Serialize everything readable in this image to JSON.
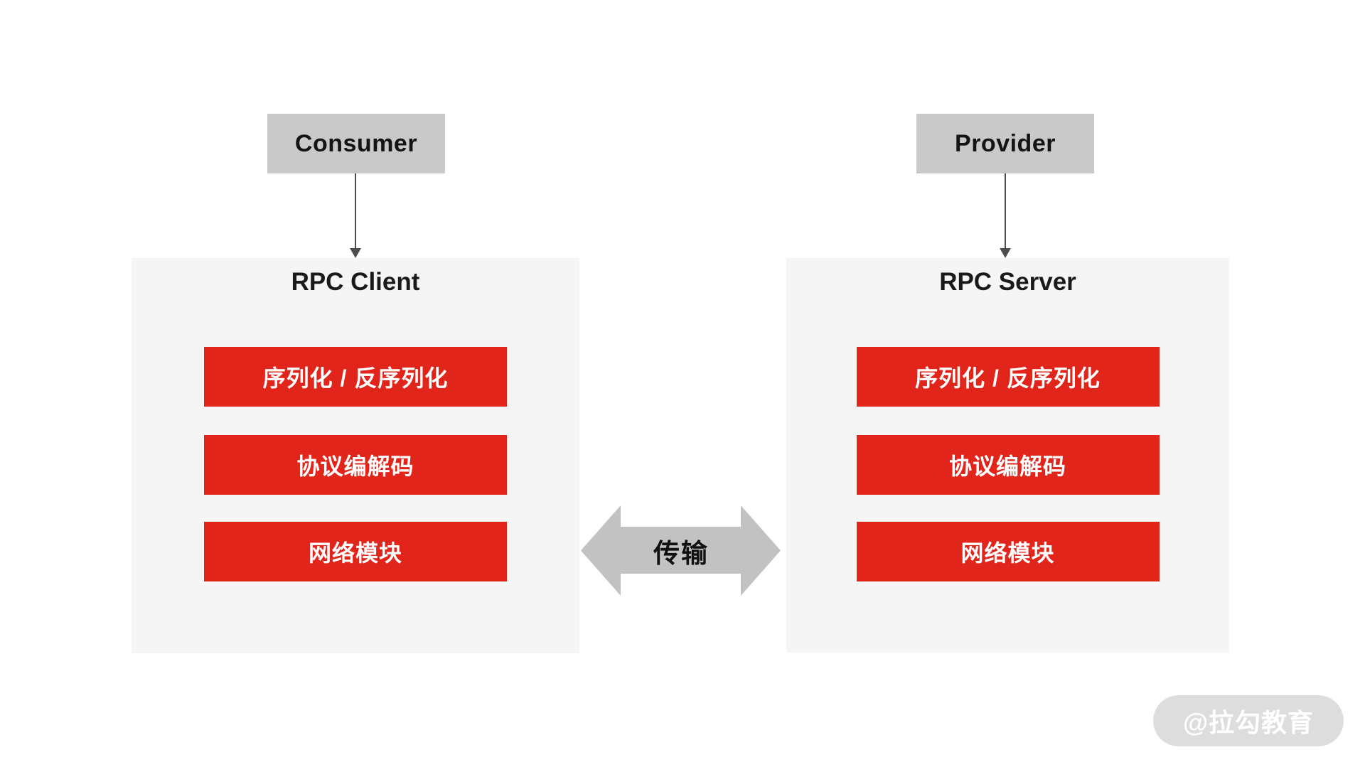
{
  "diagram_title": "RPC architecture: Consumer / Provider over transport",
  "colors": {
    "background": "#ffffff",
    "endpoint_node_bg": "#c9c9c9",
    "panel_bg": "#f5f5f5",
    "module_bg": "#e2251b",
    "module_text": "#ffffff",
    "transport_arrow_fill": "#c2c2c2",
    "connector_stroke": "#4d4d4d",
    "watermark_bg": "#dddddd",
    "watermark_text": "#ffffff"
  },
  "nodes": {
    "consumer": {
      "label": "Consumer"
    },
    "provider": {
      "label": "Provider"
    }
  },
  "panels": {
    "client": {
      "title": "RPC Client",
      "modules": [
        "序列化 / 反序列化",
        "协议编解码",
        "网络模块"
      ]
    },
    "server": {
      "title": "RPC Server",
      "modules": [
        "序列化 / 反序列化",
        "协议编解码",
        "网络模块"
      ]
    }
  },
  "connectors": {
    "consumer_to_client": {
      "from": "Consumer",
      "to": "RPC Client",
      "direction": "down"
    },
    "provider_to_server": {
      "from": "Provider",
      "to": "RPC Server",
      "direction": "down"
    },
    "transport": {
      "label": "传输",
      "direction": "bidirectional",
      "between": [
        "RPC Client",
        "RPC Server"
      ]
    }
  },
  "watermark": {
    "label": "@拉勾教育"
  }
}
